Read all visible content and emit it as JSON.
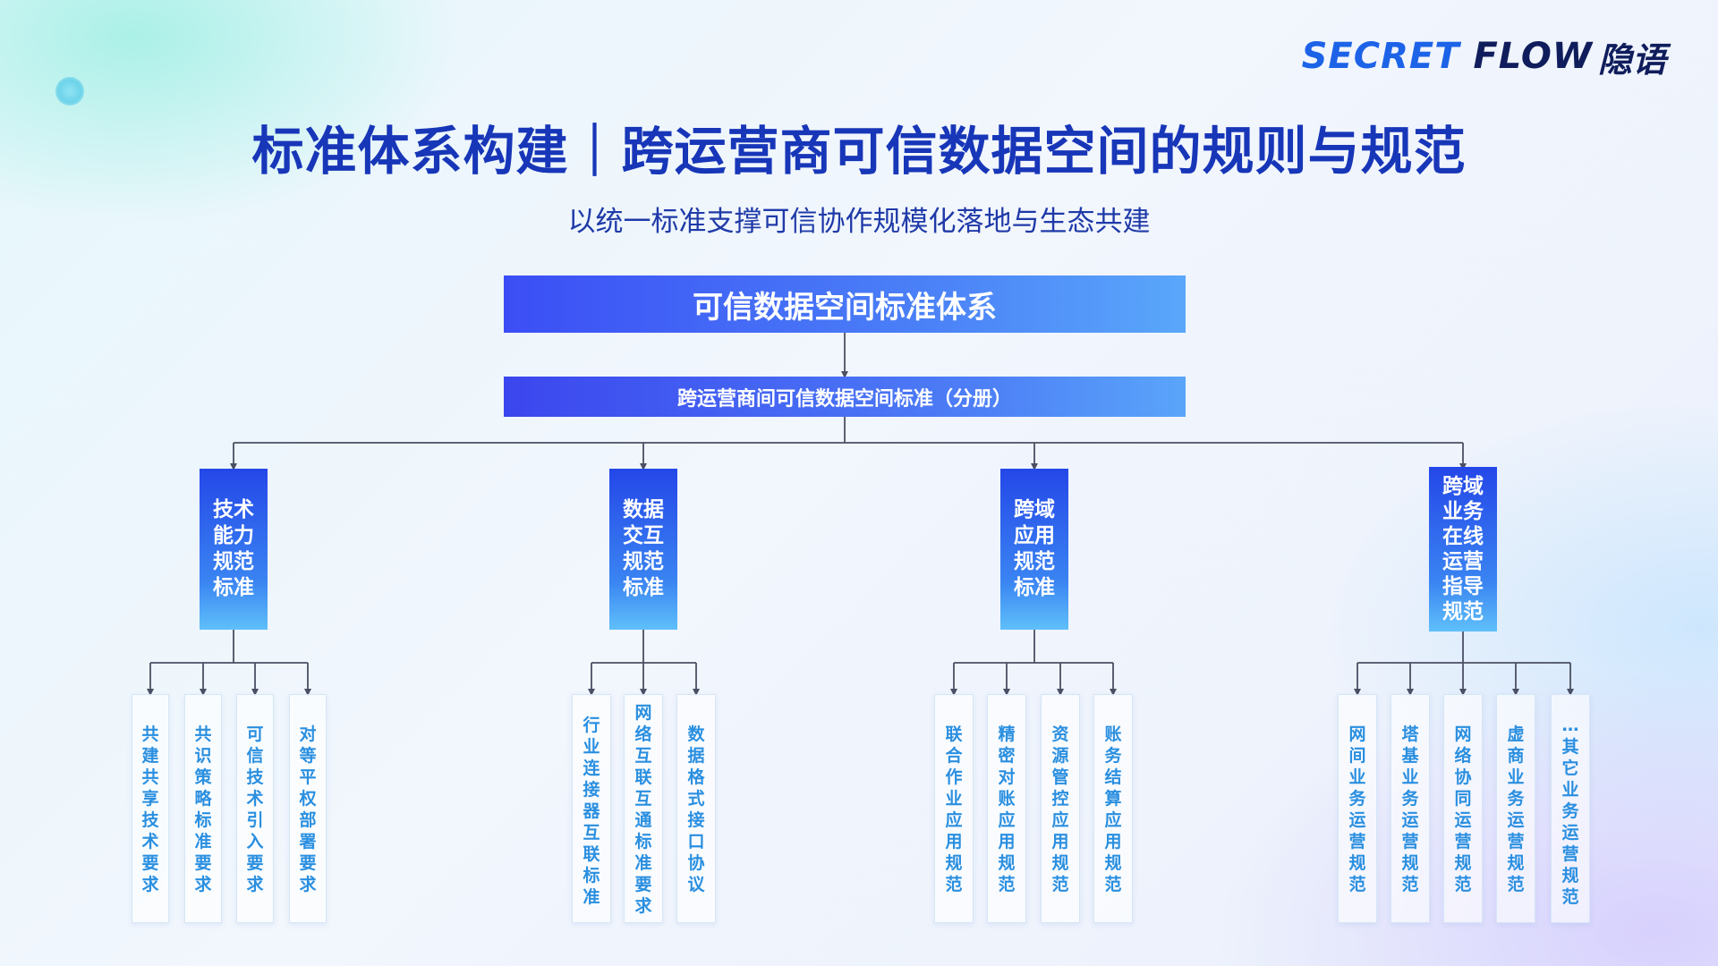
{
  "brand": {
    "logo_en_a": "SECRET",
    "logo_en_b": "FLOW",
    "logo_cn": "隐语"
  },
  "title": "标准体系构建｜跨运营商可信数据空间的规则与规范",
  "subtitle": "以统一标准支撑可信协作规模化落地与生态共建",
  "diagram": {
    "root": "可信数据空间标准体系",
    "sub": "跨运营商间可信数据空间标准（分册）",
    "categories": [
      {
        "label": "技术能力规范标准",
        "children": [
          "共建共享技术要求",
          "共识策略标准要求",
          "可信技术引入要求",
          "对等平权部署要求"
        ]
      },
      {
        "label": "数据交互规范标准",
        "children": [
          "行业连接器互联标准",
          "网络互联互通标准要求",
          "数据格式接口协议"
        ]
      },
      {
        "label": "跨域应用规范标准",
        "children": [
          "联合作业应用规范",
          "精密对账应用规范",
          "资源管控应用规范",
          "账务结算应用规范"
        ]
      },
      {
        "label": "跨域业务在线运营指导规范",
        "children": [
          "网间业务运营规范",
          "塔基业务运营规范",
          "网络协同运营规范",
          "虚商业务运营规范",
          "…其它业务运营规范"
        ]
      }
    ]
  },
  "colors": {
    "title": "#1736b8",
    "box_blue": "#3b4ef5",
    "leaf_text": "#2a8fe0"
  }
}
